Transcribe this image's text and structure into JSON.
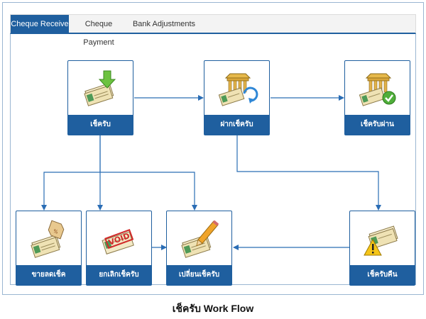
{
  "tabs": [
    {
      "label": "Cheque Receive",
      "active": true
    },
    {
      "label": "Cheque Payment",
      "active": false
    },
    {
      "label": "Bank Adjustments",
      "active": false
    }
  ],
  "nodes": {
    "receive": {
      "label": "เช็ครับ",
      "icon": "cheque-download-icon"
    },
    "deposit": {
      "label": "ฝากเช็ครับ",
      "icon": "bank-deposit-icon"
    },
    "passed": {
      "label": "เช็ครับผ่าน",
      "icon": "bank-check-icon"
    },
    "discount": {
      "label": "ขายลดเช็ค",
      "icon": "cheque-tag-icon"
    },
    "cancel": {
      "label": "ยกเลิกเช็ครับ",
      "icon": "cheque-void-icon"
    },
    "change": {
      "label": "เปลี่ยนเช็ครับ",
      "icon": "cheque-edit-icon"
    },
    "returned": {
      "label": "เช็ครับคืน",
      "icon": "cheque-warning-icon"
    }
  },
  "void_stamp": "VOID",
  "caption": "เช็ครับ Work Flow",
  "colors": {
    "accent": "#1f5f9f",
    "line": "#2a6db5"
  }
}
